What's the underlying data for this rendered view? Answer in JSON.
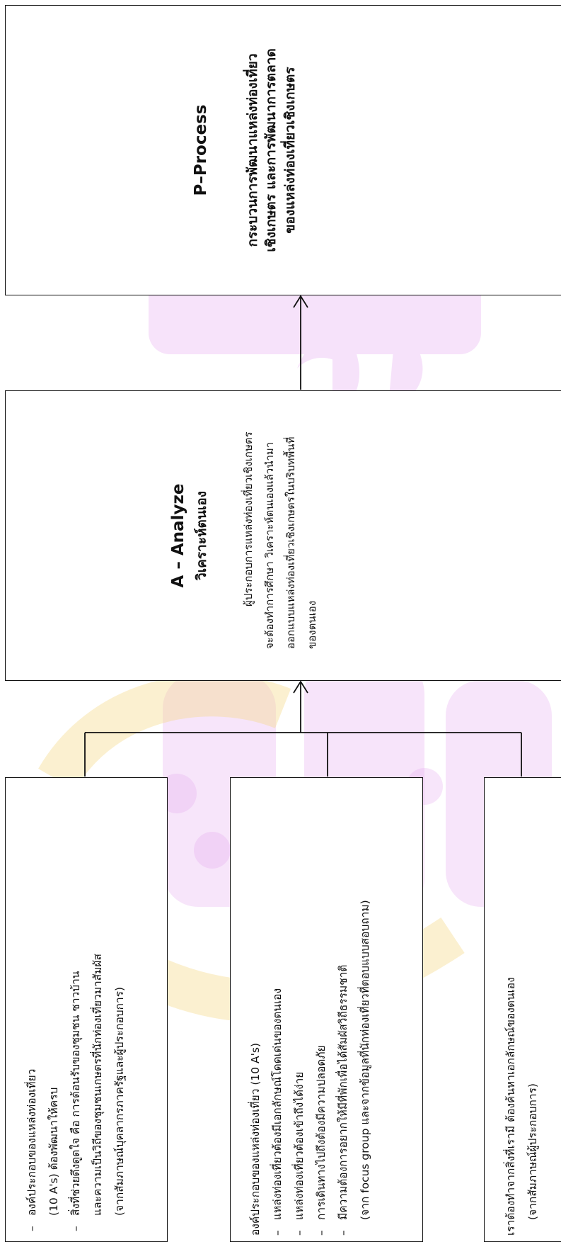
{
  "diagram": {
    "colors": {
      "border": "#111111",
      "watermark_pink": "#e6a8f0",
      "watermark_yellow": "#f5d98a"
    },
    "process_box": {
      "title": "P–Process",
      "subtitle_lines": [
        "กระบวนการพัฒนาแหล่งท่องเที่ยว",
        "เชิงเกษตร และการพัฒนาการตลาด",
        "ของแหล่งท่องเที่ยวเชิงเกษตร"
      ]
    },
    "analyze_box": {
      "title": "A – Analyze",
      "subtitle": "วิเคราะห์ตนเอง",
      "description": "ผู้ประกอบการแหล่งท่องเที่ยวเชิงเกษตรจะต้องทำการศึกษา วิเคราะห์ตนเองแล้วนำมาออกแบบแหล่งท่องเที่ยวเชิงเกษตรในบริบทพื้นที่ของตนเอง"
    },
    "source_box_1": {
      "dash": "–",
      "item1_line1": "องค์ประกอบของแหล่งท่องเที่ยว",
      "item1_line2": "(10 A's) ต้องพัฒนาให้ครบ",
      "item2_line1": "สิ่งที่ช่วยดึงดูดใจ คือ การต้อนรับของชุมชน ชาวบ้าน",
      "item2_line2": "และความเป็นวิถีของชุมชนเกษตรที่นักท่องเที่ยวมาสัมผัส",
      "source": "(จากสัมภาษณ์บุคลากรภาครัฐและผู้ประกอบการ)"
    },
    "source_box_2": {
      "dash": "–",
      "heading": "องค์ประกอบของแหล่งท่องเที่ยว (10 A's)",
      "items": [
        "แหล่งท่องเที่ยวต้องมีเอกลักษณ์โดดเด่นของตนเอง",
        "แหล่งท่องเที่ยวต้องเข้าถึงได้ง่าย",
        "การเดินทางไปถึงต้องมีความปลอดภัย",
        "มีความต้องการอยากให้มีที่พักเพื่อได้สัมผัสวิถีธรรมชาติ"
      ],
      "source": "(จาก focus group และจากข้อมูลที่นักท่องเที่ยวที่ตอบแบบสอบถาม)"
    },
    "source_box_3": {
      "line1": "เราต้องทำจากสิ่งที่เรามี ต้องค้นหาเอกลักษณ์ของตนเอง",
      "source": "(จากสัมภาษณ์ผู้ประกอบการ)"
    }
  }
}
